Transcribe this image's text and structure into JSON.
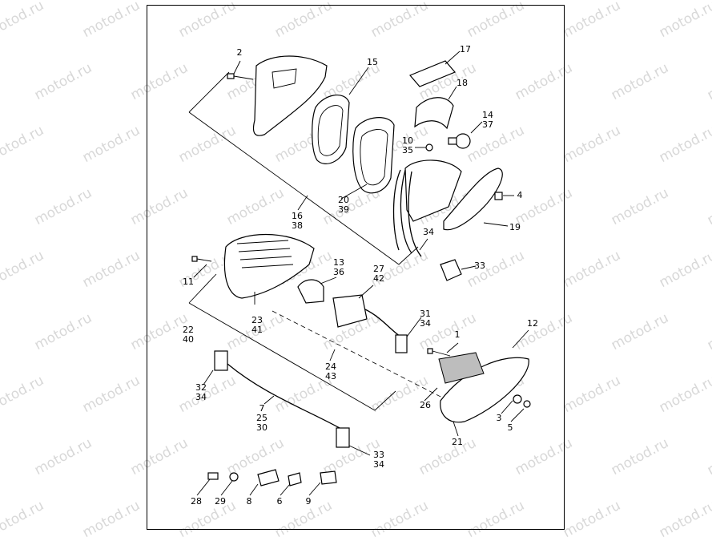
{
  "watermark": {
    "text": "motod.ru",
    "color": "#d8d8d8"
  },
  "callouts": [
    {
      "id": "c2",
      "lines": [
        "2"
      ]
    },
    {
      "id": "c15",
      "lines": [
        "15"
      ]
    },
    {
      "id": "c17",
      "lines": [
        "17"
      ]
    },
    {
      "id": "c18",
      "lines": [
        "18"
      ]
    },
    {
      "id": "c14",
      "lines": [
        "14",
        "37"
      ]
    },
    {
      "id": "c10",
      "lines": [
        "10",
        "35"
      ]
    },
    {
      "id": "c4",
      "lines": [
        "4"
      ]
    },
    {
      "id": "c20",
      "lines": [
        "20",
        "39"
      ]
    },
    {
      "id": "c16",
      "lines": [
        "16",
        "38"
      ]
    },
    {
      "id": "c19",
      "lines": [
        "19"
      ]
    },
    {
      "id": "c34a",
      "lines": [
        "34"
      ]
    },
    {
      "id": "c33a",
      "lines": [
        "33"
      ]
    },
    {
      "id": "c11",
      "lines": [
        "11"
      ]
    },
    {
      "id": "c13",
      "lines": [
        "13",
        "36"
      ]
    },
    {
      "id": "c27",
      "lines": [
        "27",
        "42"
      ]
    },
    {
      "id": "c23",
      "lines": [
        "23",
        "41"
      ]
    },
    {
      "id": "c22",
      "lines": [
        "22",
        "40"
      ]
    },
    {
      "id": "c31",
      "lines": [
        "31",
        "34"
      ]
    },
    {
      "id": "c1",
      "lines": [
        "1"
      ]
    },
    {
      "id": "c12",
      "lines": [
        "12"
      ]
    },
    {
      "id": "c24",
      "lines": [
        "24",
        "43"
      ]
    },
    {
      "id": "c32",
      "lines": [
        "32",
        "34"
      ]
    },
    {
      "id": "c26",
      "lines": [
        "26"
      ]
    },
    {
      "id": "c3",
      "lines": [
        "3"
      ]
    },
    {
      "id": "c5",
      "lines": [
        "5"
      ]
    },
    {
      "id": "c7",
      "lines": [
        "7",
        "25",
        "30"
      ]
    },
    {
      "id": "c21",
      "lines": [
        "21"
      ]
    },
    {
      "id": "c33b",
      "lines": [
        "33",
        "34"
      ]
    },
    {
      "id": "c28",
      "lines": [
        "28"
      ]
    },
    {
      "id": "c29",
      "lines": [
        "29"
      ]
    },
    {
      "id": "c8",
      "lines": [
        "8"
      ]
    },
    {
      "id": "c6",
      "lines": [
        "6"
      ]
    },
    {
      "id": "c9",
      "lines": [
        "9"
      ]
    }
  ]
}
